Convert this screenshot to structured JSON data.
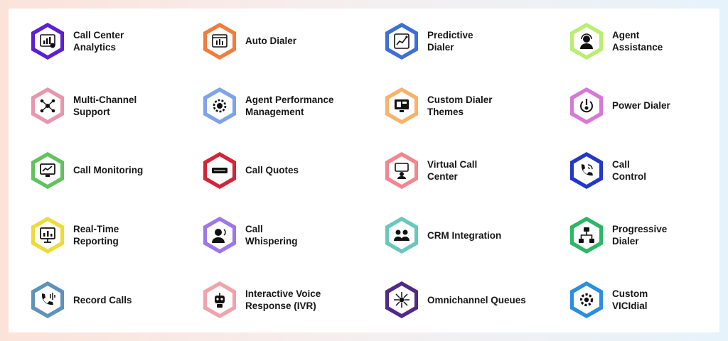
{
  "features": [
    {
      "label": "Call Center\nAnalytics",
      "icon": "analytics-chart-icon",
      "color": "#5b1fd6"
    },
    {
      "label": "Auto Dialer",
      "icon": "dialer-window-icon",
      "color": "#f07d3c"
    },
    {
      "label": "Predictive\nDialer",
      "icon": "predictive-graph-icon",
      "color": "#3e6fd8"
    },
    {
      "label": "Agent\nAssistance",
      "icon": "agent-headset-icon",
      "color": "#b9ee6e"
    },
    {
      "label": "Multi-Channel\nSupport",
      "icon": "multichannel-network-icon",
      "color": "#e995ae"
    },
    {
      "label": "Agent Performance\nManagement",
      "icon": "performance-gear-icon",
      "color": "#7fa3ea"
    },
    {
      "label": "Custom Dialer\nThemes",
      "icon": "theme-screen-icon",
      "color": "#f7b36b"
    },
    {
      "label": "Power Dialer",
      "icon": "power-dial-icon",
      "color": "#d777d6"
    },
    {
      "label": "Call Monitoring",
      "icon": "monitor-screen-icon",
      "color": "#62c25c"
    },
    {
      "label": "Call Quotes",
      "icon": "quote-bubble-icon",
      "color": "#d2253a"
    },
    {
      "label": "Virtual Call\nCenter",
      "icon": "virtual-office-icon",
      "color": "#f2868f"
    },
    {
      "label": "Call\nControl",
      "icon": "phone-control-icon",
      "color": "#2338c7"
    },
    {
      "label": "Real-Time\nReporting",
      "icon": "report-board-icon",
      "color": "#eedb3a"
    },
    {
      "label": "Call\nWhispering",
      "icon": "whisper-person-icon",
      "color": "#9d77ea"
    },
    {
      "label": "CRM Integration",
      "icon": "crm-people-icon",
      "color": "#69c7bd"
    },
    {
      "label": "Progressive\nDialer",
      "icon": "progressive-hierarchy-icon",
      "color": "#2ab865"
    },
    {
      "label": "Record Calls",
      "icon": "record-phone-icon",
      "color": "#5c93bb"
    },
    {
      "label": "Interactive Voice\nResponse (IVR)",
      "icon": "ivr-robot-icon",
      "color": "#f0a3ab"
    },
    {
      "label": "Omnichannel Queues",
      "icon": "omnichannel-hub-icon",
      "color": "#4f2a86"
    },
    {
      "label": "Custom\nVICIdial",
      "icon": "custom-settings-icon",
      "color": "#2b8ee0"
    }
  ]
}
